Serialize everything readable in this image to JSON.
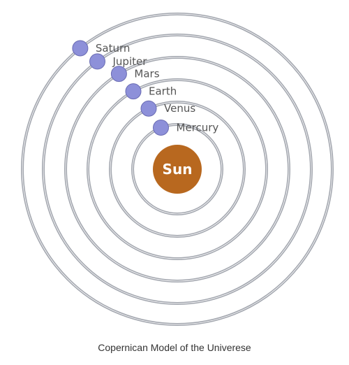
{
  "sun": {
    "label": "Sun",
    "color": "#b8681f"
  },
  "planets": [
    {
      "name": "Mercury"
    },
    {
      "name": "Venus"
    },
    {
      "name": "Earth"
    },
    {
      "name": "Mars"
    },
    {
      "name": "Jupiter"
    },
    {
      "name": "Saturn"
    }
  ],
  "colors": {
    "orbit": "#a2a6ae",
    "planet": "#8d90d9",
    "planet_outline": "#6a6cb3",
    "label": "#555555"
  },
  "caption": "Copernican Model of the Univerese"
}
